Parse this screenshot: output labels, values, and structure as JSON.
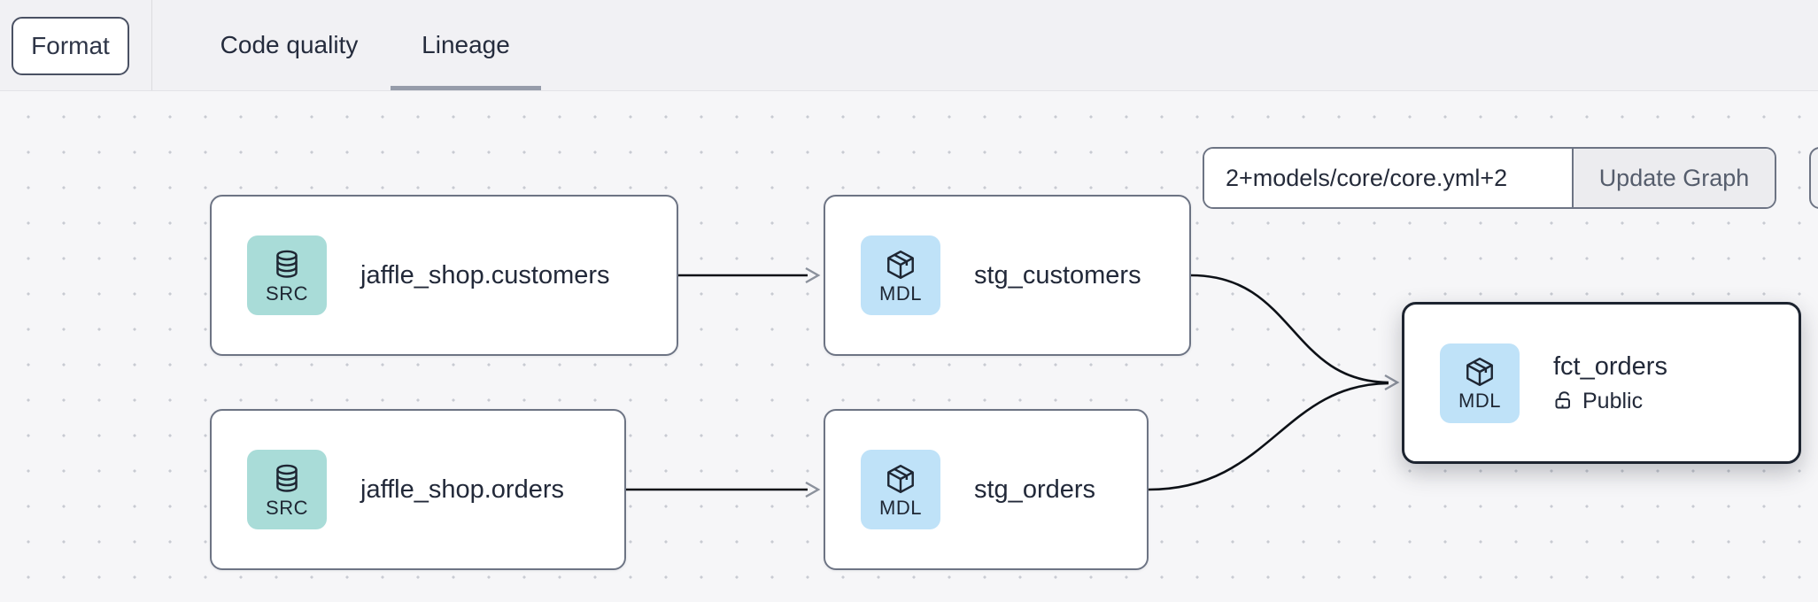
{
  "header": {
    "format_button_label": "Format",
    "tabs": [
      {
        "label": "Code quality",
        "active": false
      },
      {
        "label": "Lineage",
        "active": true
      }
    ]
  },
  "toolbar": {
    "selector_value": "2+models/core/core.yml+2",
    "update_graph_label": "Update Graph"
  },
  "graph": {
    "nodes": [
      {
        "id": "src_customers",
        "type": "SRC",
        "icon": "database-icon",
        "label": "jaffle_shop.customers",
        "selected": false
      },
      {
        "id": "stg_customers",
        "type": "MDL",
        "icon": "cube-icon",
        "label": "stg_customers",
        "selected": false
      },
      {
        "id": "src_orders",
        "type": "SRC",
        "icon": "database-icon",
        "label": "jaffle_shop.orders",
        "selected": false
      },
      {
        "id": "stg_orders",
        "type": "MDL",
        "icon": "cube-icon",
        "label": "stg_orders",
        "selected": false
      },
      {
        "id": "fct_orders",
        "type": "MDL",
        "icon": "cube-icon",
        "label": "fct_orders",
        "access": "Public",
        "access_icon": "lock-open-icon",
        "selected": true
      }
    ],
    "edges": [
      {
        "from": "jaffle_shop.customers",
        "to": "stg_customers"
      },
      {
        "from": "jaffle_shop.orders",
        "to": "stg_orders"
      },
      {
        "from": "stg_customers",
        "to": "fct_orders"
      },
      {
        "from": "stg_orders",
        "to": "fct_orders"
      }
    ]
  },
  "colors": {
    "src_badge_bg": "#a9dcd8",
    "mdl_badge_bg": "#bfe2f8",
    "node_border": "#6d7484",
    "selected_node_border": "#1d2430",
    "edge_line": "#0d1117",
    "edge_arrow": "#8b919c",
    "tab_underline": "#969caa",
    "header_bg": "#f1f1f4",
    "canvas_bg": "#f6f6f8",
    "canvas_dot": "#c8cbd2"
  }
}
